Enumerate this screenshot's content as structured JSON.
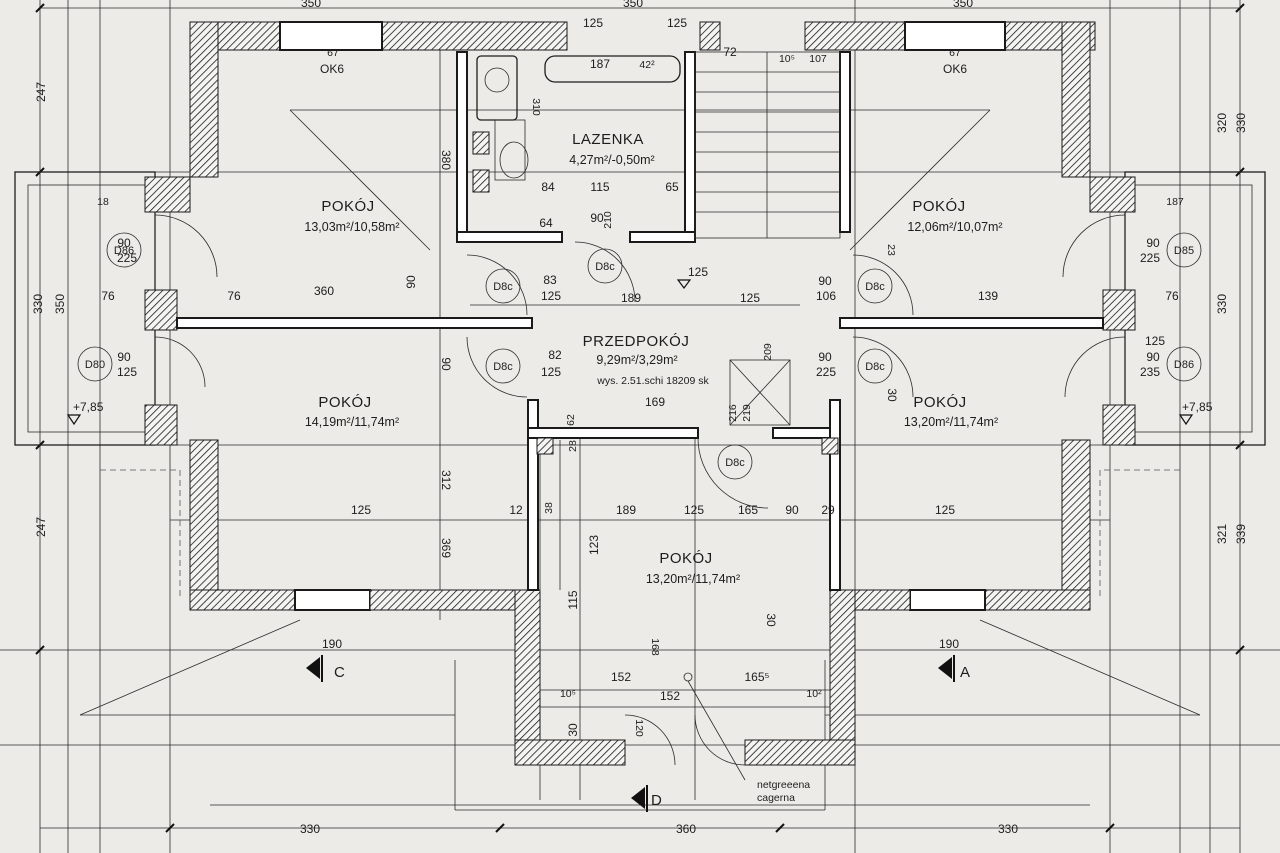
{
  "rooms": {
    "bedroom_nw": {
      "name": "POKÓJ",
      "area": "13,03m²/10,58m²"
    },
    "bedroom_ne": {
      "name": "POKÓJ",
      "area": "12,06m²/10,07m²"
    },
    "bedroom_w": {
      "name": "POKÓJ",
      "area": "14,19m²/11,74m²"
    },
    "bedroom_e": {
      "name": "POKÓJ",
      "area": "13,20m²/11,74m²"
    },
    "bedroom_s": {
      "name": "POKÓJ",
      "area": "13,20m²/11,74m²"
    },
    "bathroom": {
      "name": "LAZENKA",
      "area": "4,27m²/-0,50m²"
    },
    "hallway": {
      "name": "PRZEDPOKÓJ",
      "area": "9,29m²/3,29m²",
      "note": "wys. 2.51.schi 18209 sk"
    }
  },
  "doors": {
    "d_nw": "D86",
    "d_w": "D80",
    "d_ne": "D85",
    "d_e": "D86",
    "d_bath": "D8c",
    "d_nw_room": "D8c",
    "d_w_room": "D8c",
    "d_ne_room": "D8c",
    "d_e_room": "D8c",
    "d_s_room": "D8c"
  },
  "windows": {
    "nw": "OK6",
    "ne": "OK6",
    "nw_dim": "67",
    "ne_dim": "67"
  },
  "sections": {
    "c": "C",
    "a": "A",
    "d": "D"
  },
  "elevations": {
    "left": "+7,85",
    "right": "+7,85"
  },
  "notes": {
    "chimney_1": "netgreeena",
    "chimney_2": "cagerna"
  },
  "dimensions": {
    "top_left": "350",
    "top_mid": "350",
    "top_right": "350",
    "top_125a": "125",
    "top_125b": "125",
    "left_247_top": "247",
    "left_247_bottom": "247",
    "left_330": "330",
    "left_350": "350",
    "right_320": "320",
    "right_330": "330",
    "right_330b": "330",
    "right_321": "321",
    "right_339": "339",
    "bottom_left": "330",
    "bottom_mid": "360",
    "bottom_right": "330",
    "nw_360": "360",
    "w_125": "125",
    "e_125": "125",
    "e_139": "139",
    "hall_189": "189",
    "hall_125": "125",
    "hall_169": "169",
    "hall_83": "83",
    "hall_82": "82",
    "s_189": "189",
    "s_125": "125",
    "s_165": "165",
    "s_90": "90",
    "s_29": "29",
    "s_152a": "152",
    "s_152b": "152",
    "s_1655": "165⁵",
    "bath_187": "187",
    "bath_42": "42²",
    "bath_84": "84",
    "bath_115": "115",
    "bath_65": "65",
    "bath_64": "64",
    "bath_310": "310",
    "bath_90": "90",
    "bath_210": "210",
    "v_380": "380",
    "v_312": "312",
    "v_369": "369",
    "v_90a": "90",
    "v_90b": "90",
    "w_76a": "76",
    "w_76b": "76",
    "e_76": "76",
    "w_90_225": "90",
    "w_225": "225",
    "w_90_125": "90",
    "w_125b": "125",
    "e_90_225": "90",
    "e_225": "225",
    "e_125b": "125",
    "e_90_235": "90",
    "e_235": "235",
    "stair_72": "72",
    "stair_105": "10⁵",
    "stair_107": "107",
    "hw_90": "90",
    "hw_106": "106",
    "hw_225": "225",
    "hw_90b": "90",
    "hw_125": "125",
    "hw_125b": "125",
    "s_123": "123",
    "s_115": "115",
    "s_30a": "30",
    "s_30b": "30",
    "s_168": "168",
    "s_120": "120",
    "s_105": "10⁵",
    "s_102": "10²",
    "sw_190": "190",
    "se_190": "190",
    "e_30": "30",
    "e_23": "23",
    "nw_18": "18",
    "ne_187": "187",
    "v_209": "209",
    "v_216": "216",
    "v_219": "219",
    "s_38": "38",
    "s_12": "12",
    "s_28": "28",
    "s_62": "62"
  }
}
